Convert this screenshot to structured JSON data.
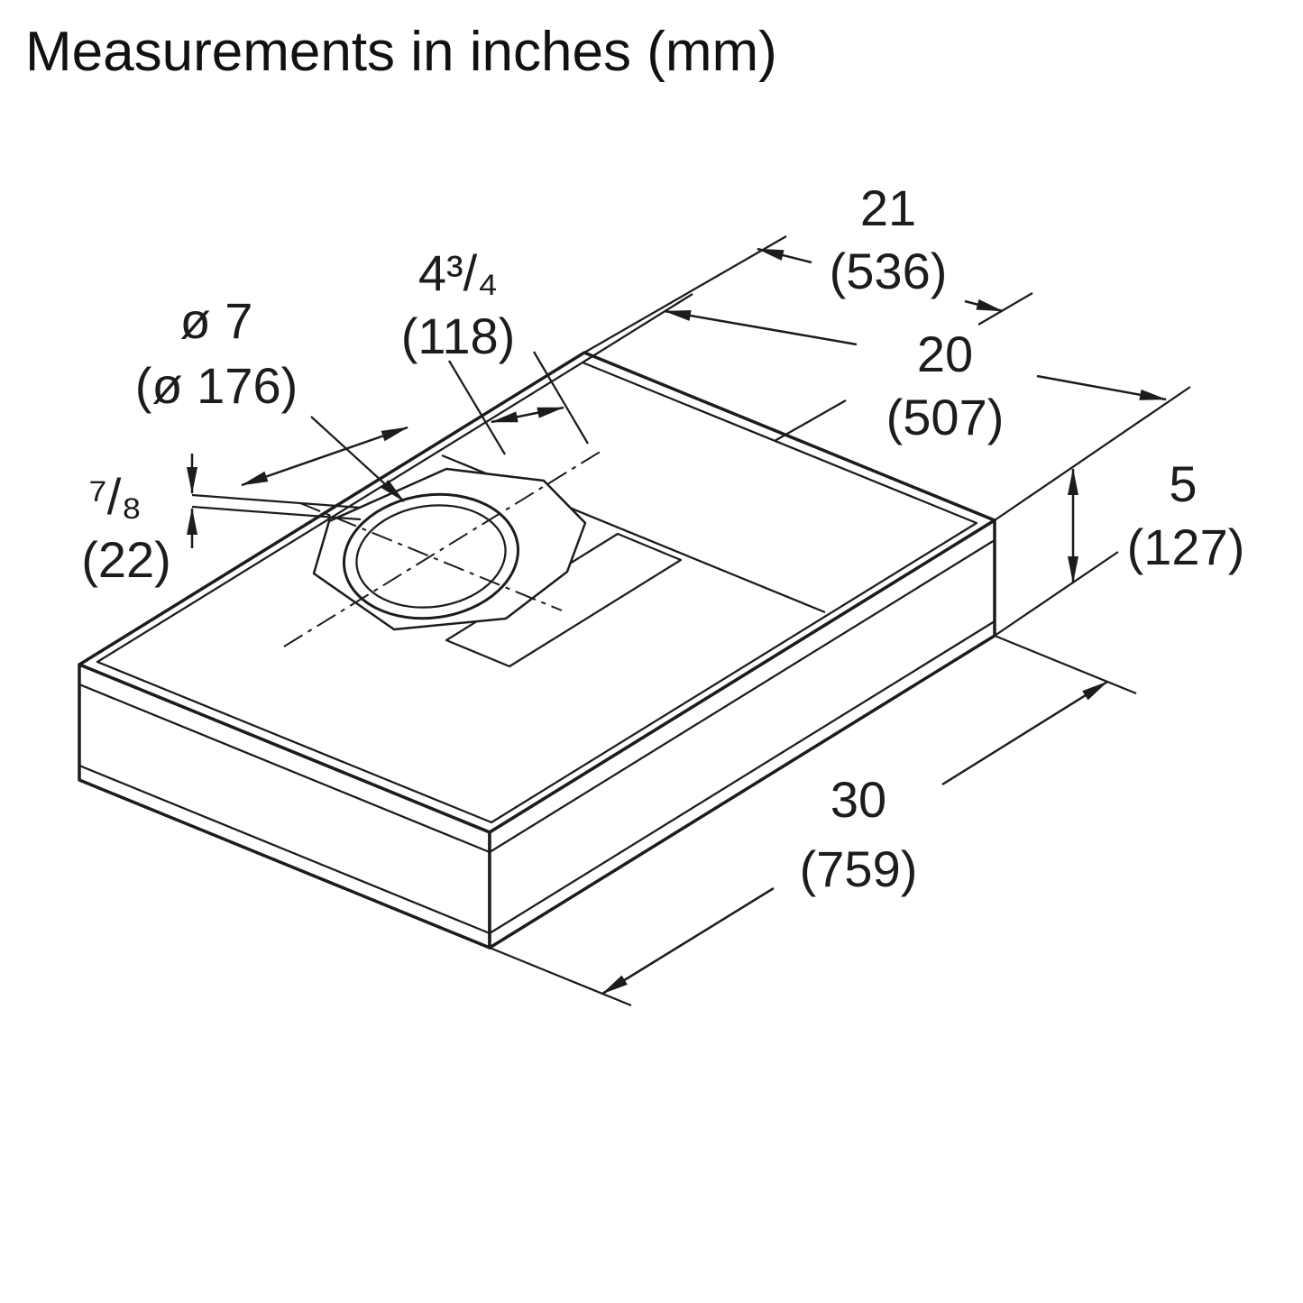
{
  "title": "Measurements in inches (mm)",
  "diagram": {
    "subject": "range-hood-dimension-drawing",
    "units": "inches (mm)",
    "dims": {
      "depth_overall": {
        "in": "21",
        "mm": "(536)"
      },
      "depth_top": {
        "in": "20",
        "mm": "(507)"
      },
      "height": {
        "in": "5",
        "mm": "(127)"
      },
      "width": {
        "in": "30",
        "mm": "(759)"
      },
      "duct_offset": {
        "in": "4³/₄",
        "mm": "(118)"
      },
      "duct_diameter": {
        "in": "ø 7",
        "mm": "(ø 176)"
      },
      "collar_height": {
        "in": "⁷/₈",
        "mm": "(22)"
      }
    }
  }
}
